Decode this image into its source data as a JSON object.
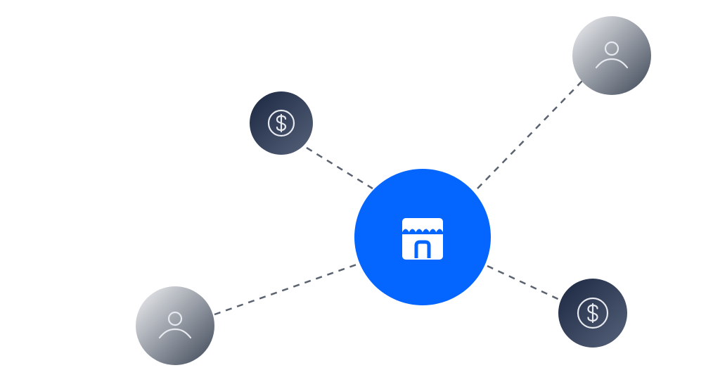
{
  "diagram": {
    "hub": {
      "icon": "storefront-icon",
      "color": "#0566FF",
      "icon_color": "#FFFFFF"
    },
    "nodes": [
      {
        "id": "payment-top-left",
        "icon": "dollar-icon",
        "style": "dark"
      },
      {
        "id": "user-top-right",
        "icon": "user-icon",
        "style": "light"
      },
      {
        "id": "user-bottom-left",
        "icon": "user-icon",
        "style": "light"
      },
      {
        "id": "payment-bottom-right",
        "icon": "dollar-icon",
        "style": "dark"
      }
    ],
    "connector_color": "#5B6270",
    "dark_gradient": [
      "#1B2740",
      "#56617A"
    ],
    "light_gradient": [
      "#F2F3F5",
      "#3C4656"
    ],
    "node_icon_color": "#E6E9EE"
  }
}
